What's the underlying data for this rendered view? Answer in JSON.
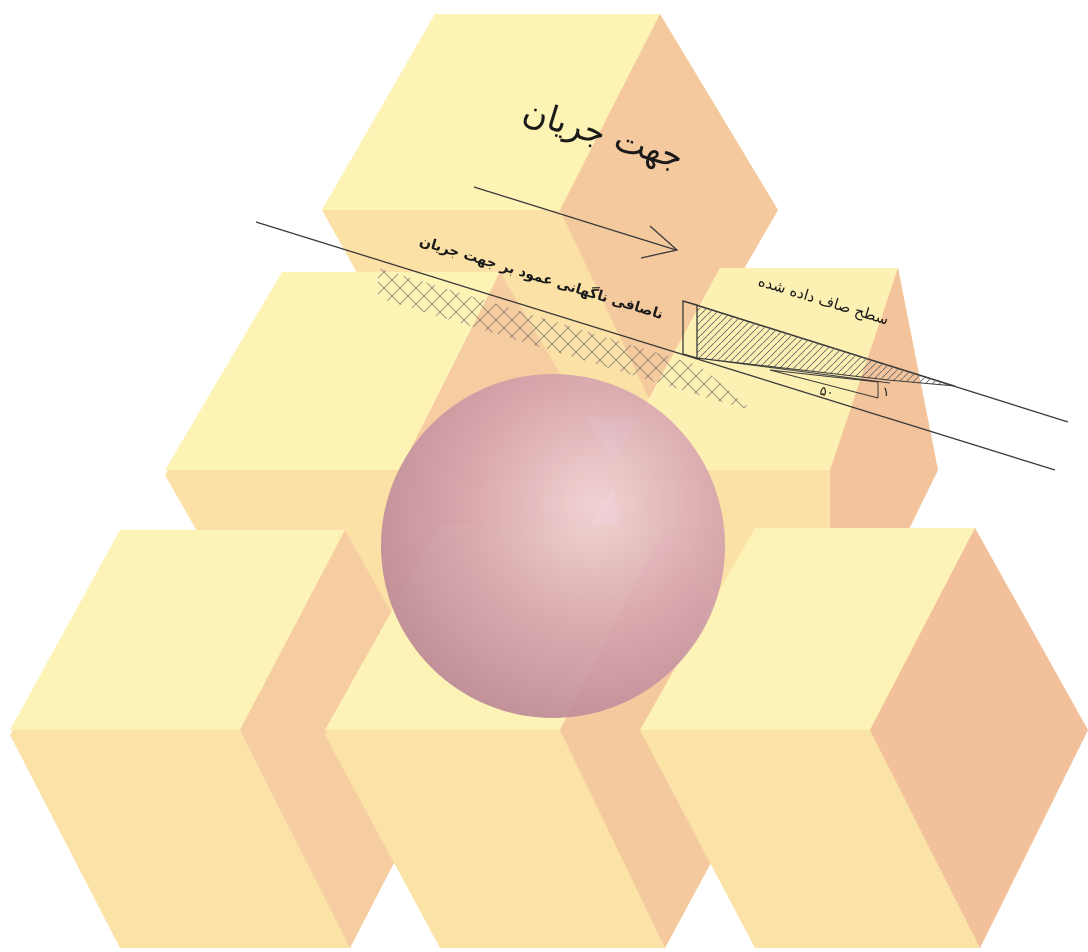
{
  "diagram": {
    "labels": {
      "flow_direction": "جهت جریان",
      "smoothed_surface": "سطح صاف داده شده",
      "abrupt_irregularity": "ناصافی ناگهانی عمود بر جهت جریان",
      "slope_run": "۵۰",
      "slope_rise": "۱"
    },
    "colors": {
      "cube_top": "#fdf3b5",
      "cube_left": "#fbe5a6",
      "cube_right": "#f6cda0",
      "cube_deep": "#f2c09a",
      "sphere_light": "#ecc6cb",
      "sphere_dark": "#b98491",
      "line": "#3a3a3a"
    }
  }
}
